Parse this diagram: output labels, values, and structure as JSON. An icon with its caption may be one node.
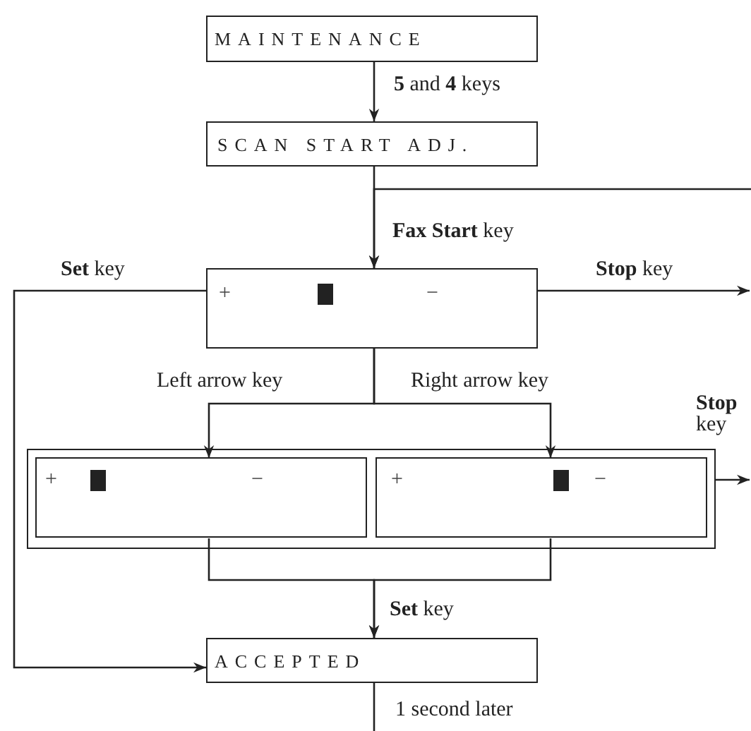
{
  "diagram": {
    "nodes": [
      {
        "text": [
          "MAINTENANCE"
        ]
      },
      {
        "text": [
          "SCAN START ADJ."
        ]
      },
      {
        "text": [
          "+",
          "−"
        ]
      },
      {
        "text": [],
        "shape": "box"
      },
      {
        "text": [
          "+",
          "−"
        ],
        "in": 3
      },
      {
        "text": [
          "+",
          "−"
        ],
        "in": 3
      },
      {
        "text": [
          "ACCEPTED"
        ]
      }
    ],
    "edges": [
      {
        "from": 0,
        "to": 1,
        "arrow": "to",
        "label": "**5** and **4** keys"
      },
      {
        "from": 1,
        "to": 2,
        "arrow": "to",
        "label": "**Fax Start** key"
      },
      {
        "from": null,
        "to": 2,
        "arrow": "to"
      },
      {
        "from": 2,
        "to": 6,
        "arrow": "to",
        "label": "**Set** key"
      },
      {
        "from": 2,
        "to": null,
        "arrow": "to",
        "label": "**Stop** key"
      },
      {
        "from": 2,
        "to": 4,
        "arrow": "to",
        "label": "Left arrow key"
      },
      {
        "from": 2,
        "to": 5,
        "arrow": "to",
        "label": "Right arrow key"
      },
      {
        "from": 3,
        "to": null,
        "arrow": "to",
        "label": "**Stop** key"
      },
      {
        "from": 4,
        "to": 6,
        "arrow": "to",
        "label": "**Set** key"
      },
      {
        "from": 5,
        "to": 6,
        "arrow": "to"
      },
      {
        "from": 6,
        "to": null,
        "arrow": "none",
        "label": "1 second later"
      }
    ]
  }
}
